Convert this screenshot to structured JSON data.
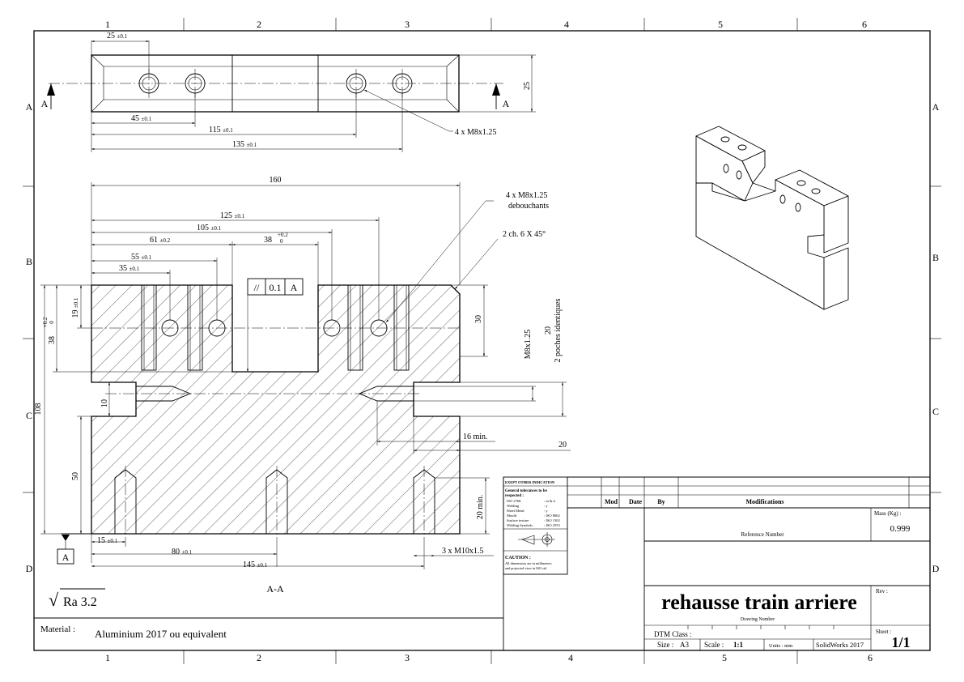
{
  "frame": {
    "col_labels": [
      "1",
      "2",
      "3",
      "4",
      "5",
      "6"
    ],
    "row_labels": [
      "A",
      "B",
      "C",
      "D"
    ]
  },
  "top_view": {
    "section_label": "A",
    "dims": {
      "d25_top": "25",
      "d25_top_tol": "±0.1",
      "d45": "45",
      "d45_tol": "±0.1",
      "d115": "115",
      "d115_tol": "±0.1",
      "d135": "135",
      "d135_tol": "±0.1",
      "height": "25"
    },
    "thread_callout": "4 x M8x1.25"
  },
  "section_view": {
    "title": "A-A",
    "dims": {
      "d160": "160",
      "d125": "125",
      "d125_tol": "±0.1",
      "d105": "105",
      "d105_tol": "±0.1",
      "d61": "61",
      "d61_tol": "±0.2",
      "d38": "38",
      "d38_tol_up": "+0.2",
      "d38_tol_low": "0",
      "d55": "55",
      "d55_tol": "±0.1",
      "d35": "35",
      "d35_tol": "±0.1",
      "d19": "19",
      "d19_tol": "±0.1",
      "d38v": "38",
      "d38v_tol_up": "+0.2",
      "d38v_tol_low": "0",
      "d108": "108",
      "d10": "10",
      "d50": "50",
      "d30": "30",
      "d20v": "20",
      "m8": "M8x1.25",
      "pockets": "2 poches identiques",
      "d16": "16 min.",
      "d20h": "20",
      "d20min": "20 min.",
      "d15": "15",
      "d15_tol": "±0.1",
      "d80": "80",
      "d80_tol": "±0.1",
      "d145": "145",
      "d145_tol": "±0.1",
      "m10": "3 x M10x1.5"
    },
    "thread_note_1": "4 x M8x1.25",
    "thread_note_2": "debouchants",
    "chamfer_note": "2 ch. 6 X 45°",
    "tolerance_frame": {
      "symbol": "//",
      "value": "0.1",
      "datum": "A"
    },
    "datum_label": "A"
  },
  "roughness": {
    "symbol": "√",
    "value": "Ra 3.2"
  },
  "material": {
    "label": "Material :",
    "value": "Aluminium 2017 ou equivalent"
  },
  "notes_box": {
    "title": "EXEPT OTHER INDICATION",
    "line1": "General tolerances to be",
    "line2": "respected :",
    "rows": [
      [
        "ISO 2768",
        ": m & k"
      ],
      [
        "Welding",
        ": y"
      ],
      [
        "Sheet Metal",
        ": y"
      ],
      [
        "Mould",
        ": ISO 8062"
      ],
      [
        "Surface texture",
        ": ISO 1302"
      ],
      [
        "Welding Symbols",
        ": ISO 2553"
      ]
    ],
    "caution_title": "CAUTION :",
    "caution_1": "All dimensions are in millimeters",
    "caution_2": "and projected view in ISO std"
  },
  "title_block": {
    "mod": "Mod",
    "date": "Date",
    "by": "By",
    "modifications": "Modifications",
    "mass_label": "Mass (Kg) :",
    "mass_value": "0.999",
    "reference_number": "Reference Number",
    "title": "rehausse train arriere",
    "drawing_number": "Drawing Number",
    "rev_label": "Rev :",
    "dtm_class": "DTM Class :",
    "size_label": "Size :",
    "size_value": "A3",
    "scale_label": "Scale :",
    "scale_value": "1:1",
    "units": "Units : mm",
    "software": "SolidWorks 2017",
    "sheet_label": "Sheet :",
    "sheet_value": "1/1"
  }
}
